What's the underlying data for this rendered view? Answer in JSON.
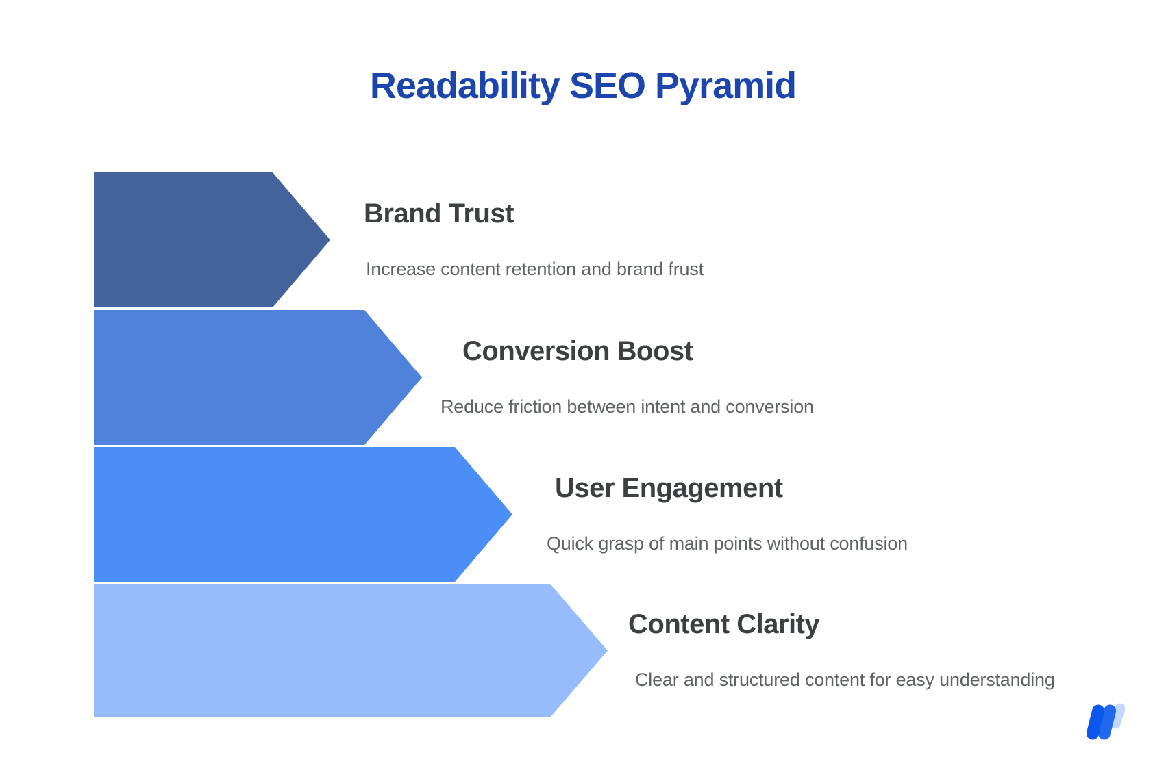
{
  "page": {
    "title": "Readability SEO Pyramid",
    "title_color": "#1c46ae",
    "background_color": "#ffffff"
  },
  "pyramid": {
    "level_title_color": "#3c4043",
    "level_description_color": "#5f6368",
    "levels": [
      {
        "title": "Brand Trust",
        "description": "Increase content retention and brand frust",
        "arrow_color": "#45639b"
      },
      {
        "title": "Conversion Boost",
        "description": "Reduce friction between intent and conversion",
        "arrow_color": "#4f82da"
      },
      {
        "title": "User Engagement",
        "description": "Quick grasp of main points without confusion",
        "arrow_color": "#4b8ef7"
      },
      {
        "title": "Content Clarity",
        "description": "Clear and structured content for easy understanding",
        "arrow_color": "#97bcfc"
      }
    ]
  },
  "logo": {
    "name": "writesonic-w-logo",
    "stroke_colors": [
      "#0b57ee",
      "#2169f1",
      "#c4d8fb"
    ]
  }
}
